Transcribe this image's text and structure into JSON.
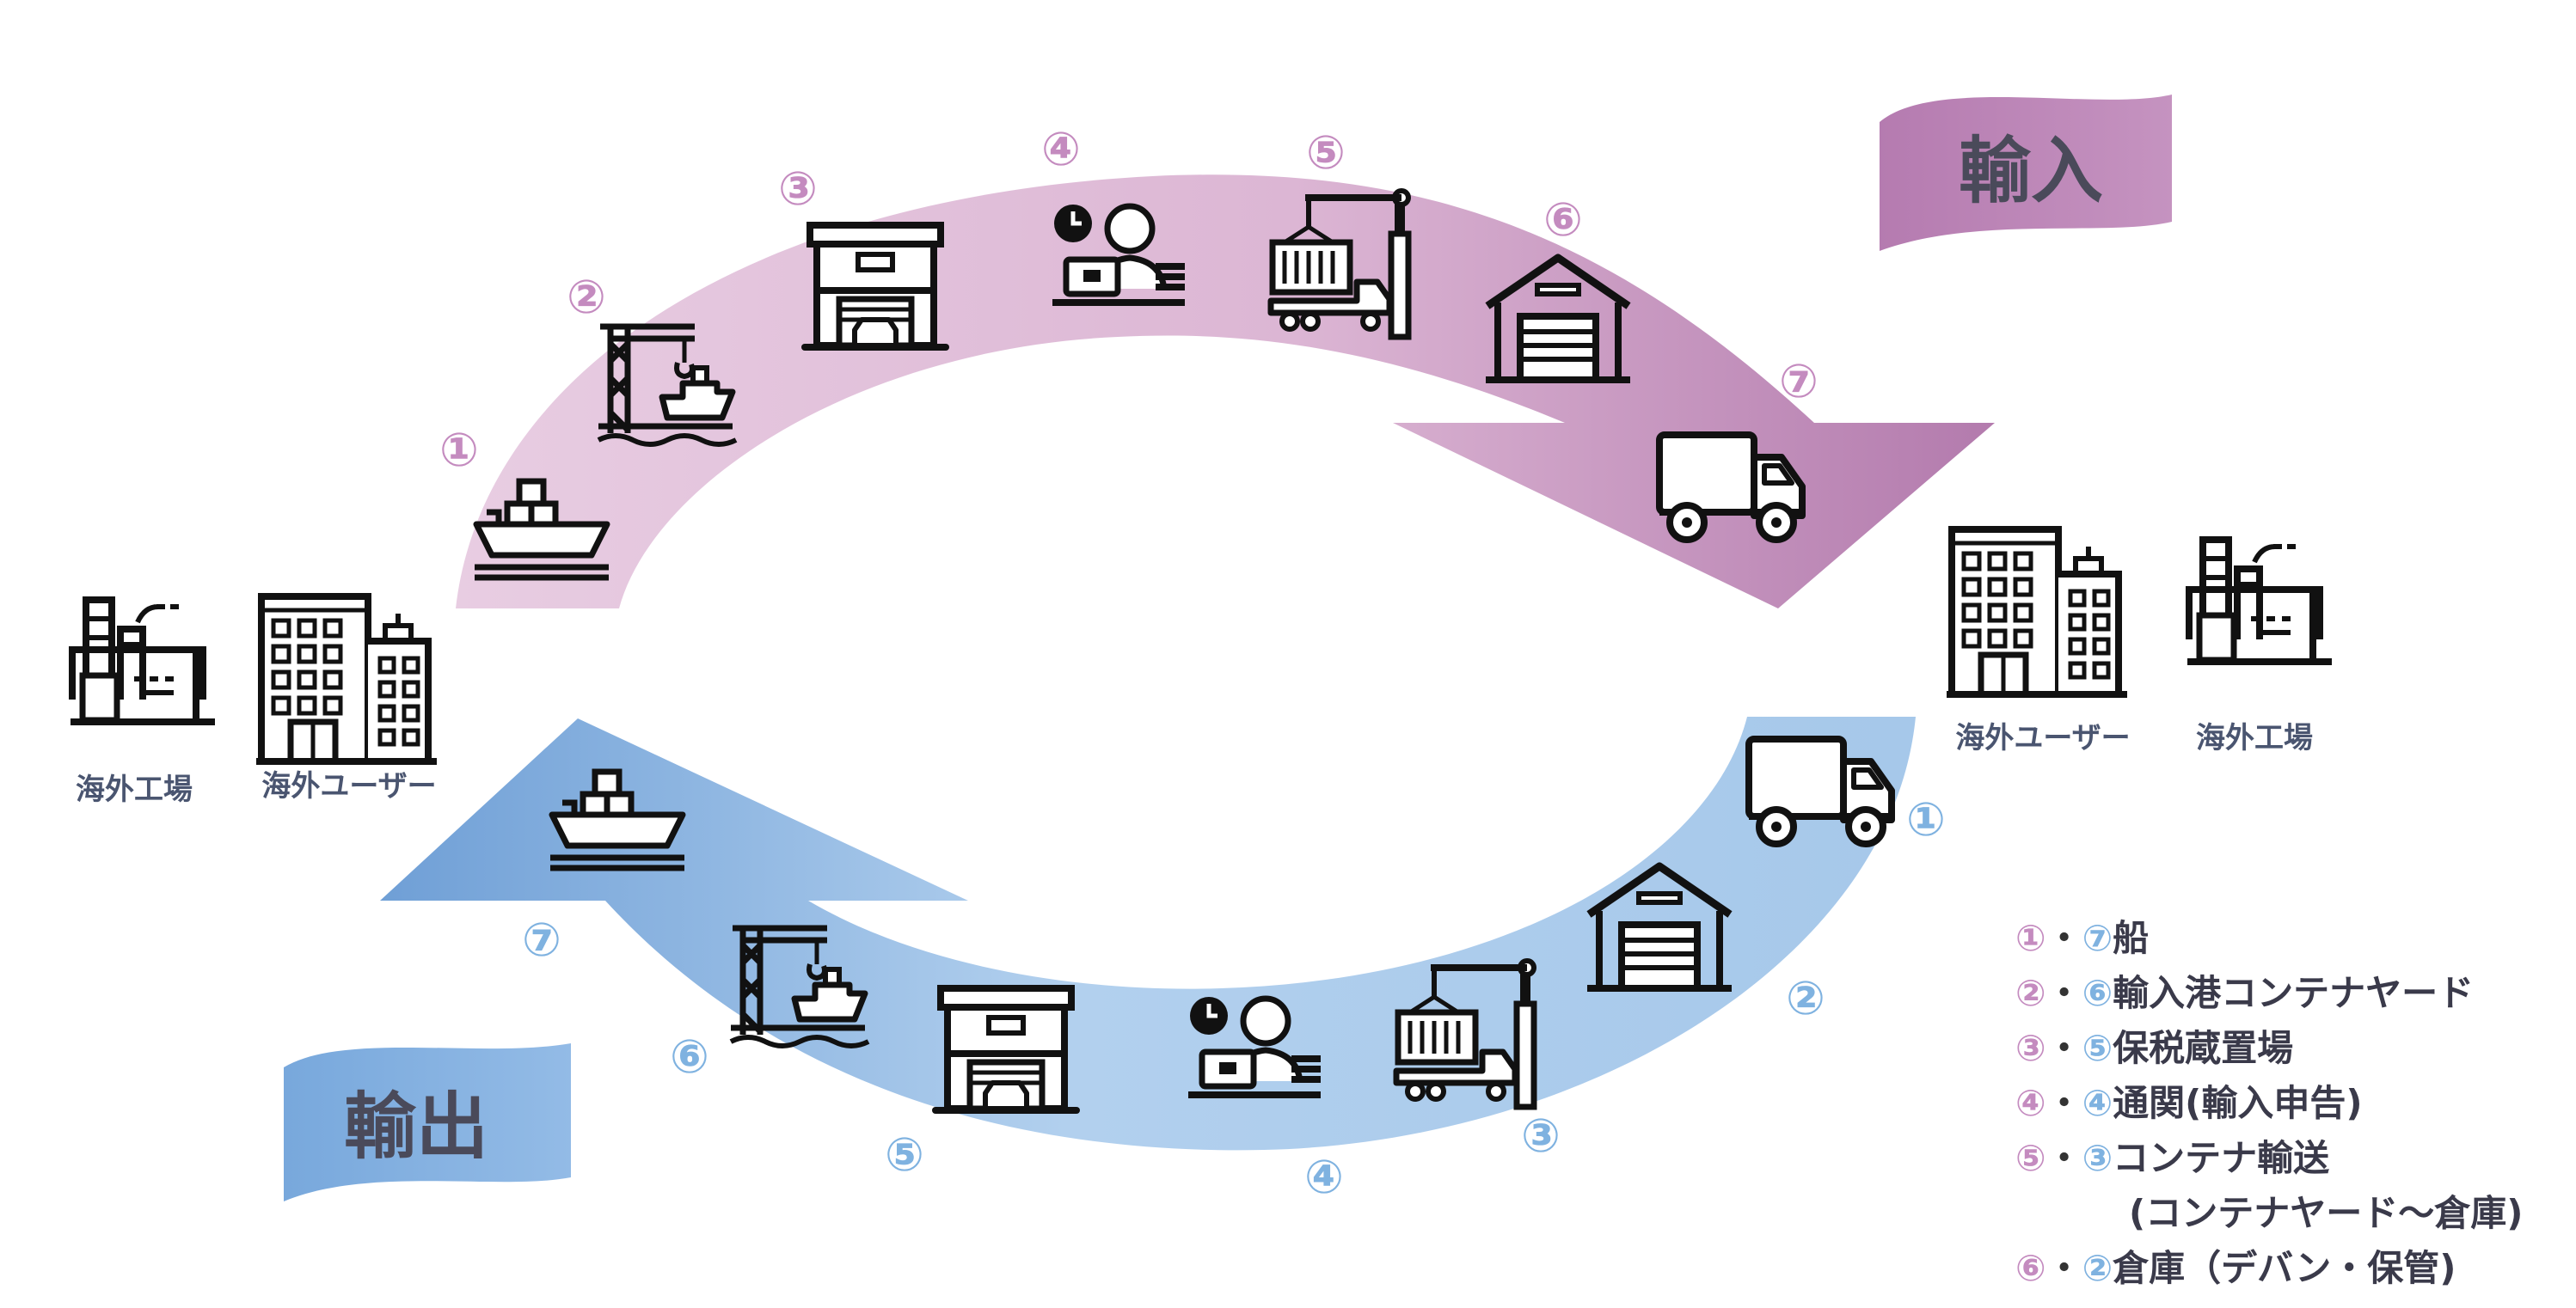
{
  "colors": {
    "import_dark": "#b77fb2",
    "import_light": "#e7c9df",
    "export_dark": "#7fa9d9",
    "export_light": "#c6ddf2",
    "num_import": "#c48bbf",
    "num_export": "#7fb2e0",
    "label_gray": "#4a5570",
    "banner_text": "#4a4a5a",
    "icon": "#111111"
  },
  "import_banner": {
    "label": "輸入"
  },
  "export_banner": {
    "label": "輸出"
  },
  "left_labels": {
    "factory": "海外工場",
    "user": "海外ユーザー"
  },
  "right_labels": {
    "user": "海外ユーザー",
    "factory": "海外工場"
  },
  "import_steps": [
    {
      "num": "①",
      "icon": "ship-icon"
    },
    {
      "num": "②",
      "icon": "port-crane-icon"
    },
    {
      "num": "③",
      "icon": "bonded-warehouse-icon"
    },
    {
      "num": "④",
      "icon": "customs-clerk-icon"
    },
    {
      "num": "⑤",
      "icon": "container-crane-truck-icon"
    },
    {
      "num": "⑥",
      "icon": "warehouse-icon"
    },
    {
      "num": "⑦",
      "icon": "truck-icon"
    }
  ],
  "export_steps": [
    {
      "num": "①",
      "icon": "truck-icon"
    },
    {
      "num": "②",
      "icon": "warehouse-icon"
    },
    {
      "num": "③",
      "icon": "container-crane-truck-icon"
    },
    {
      "num": "④",
      "icon": "customs-clerk-icon"
    },
    {
      "num": "⑤",
      "icon": "bonded-warehouse-icon"
    },
    {
      "num": "⑥",
      "icon": "port-crane-icon"
    },
    {
      "num": "⑦",
      "icon": "ship-icon"
    }
  ],
  "legend": [
    {
      "a": "①",
      "sep": "・",
      "b": "⑦",
      "text": "船"
    },
    {
      "a": "②",
      "sep": "・",
      "b": "⑥",
      "text": "輸入港コンテナヤード"
    },
    {
      "a": "③",
      "sep": "・",
      "b": "⑤",
      "text": "保税蔵置場"
    },
    {
      "a": "④",
      "sep": "・",
      "b": "④",
      "text": "通関(輸入申告)"
    },
    {
      "a": "⑤",
      "sep": "・",
      "b": "③",
      "text": "コンテナ輸送"
    },
    {
      "a": "",
      "sep": "",
      "b": "",
      "text": "(コンテナヤード〜倉庫)"
    },
    {
      "a": "⑥",
      "sep": "・",
      "b": "②",
      "text": "倉庫（デバン・保管)"
    }
  ]
}
